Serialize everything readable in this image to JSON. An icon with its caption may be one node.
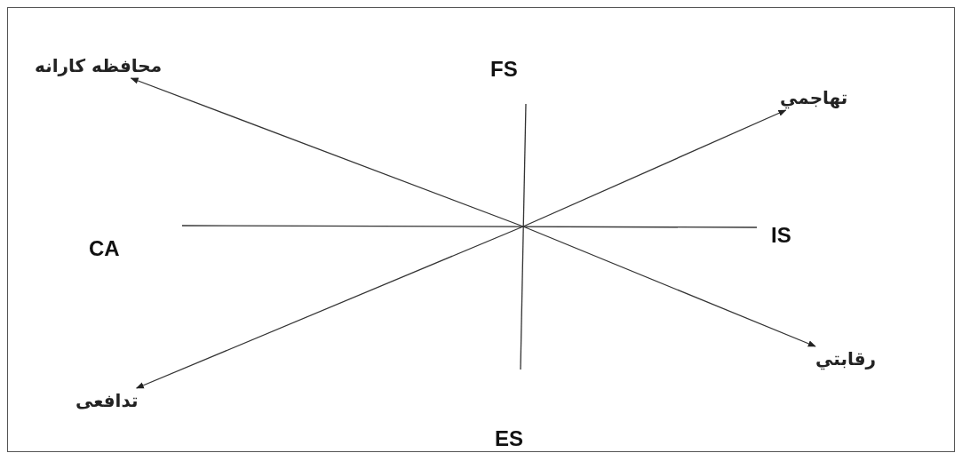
{
  "diagram": {
    "nodes": [
      {
        "text": [
          "محافظه کارانه"
        ]
      },
      {
        "text": [
          "تهاجمي"
        ]
      },
      {
        "text": [
          "رقابتي"
        ]
      },
      {
        "text": [
          "تدافعی"
        ]
      }
    ],
    "edges": [
      {
        "from": null,
        "to": 0,
        "arrow": "to"
      },
      {
        "from": null,
        "to": 1,
        "arrow": "to"
      },
      {
        "from": null,
        "to": 2,
        "arrow": "to"
      },
      {
        "from": null,
        "to": 3,
        "arrow": "to"
      }
    ],
    "labels": [
      "FS",
      "CA",
      "IS",
      "ES"
    ]
  }
}
